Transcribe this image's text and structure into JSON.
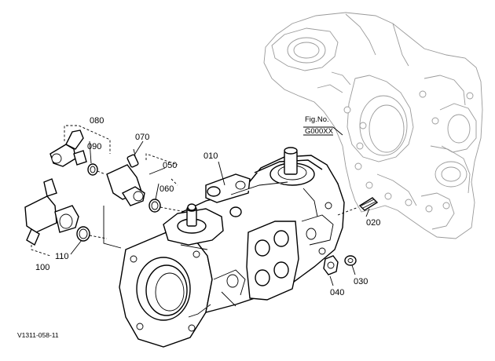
{
  "figure": {
    "fig_no_label": "Fig.No.",
    "fig_no_value": "G000XX",
    "drawing_code": "V1311-058-11"
  },
  "parts": {
    "p010": "010",
    "p020": "020",
    "p030": "030",
    "p040": "040",
    "p050": "050",
    "p060": "060",
    "p070": "070",
    "p080": "080",
    "p090": "090",
    "p100": "100",
    "p110": "110"
  }
}
